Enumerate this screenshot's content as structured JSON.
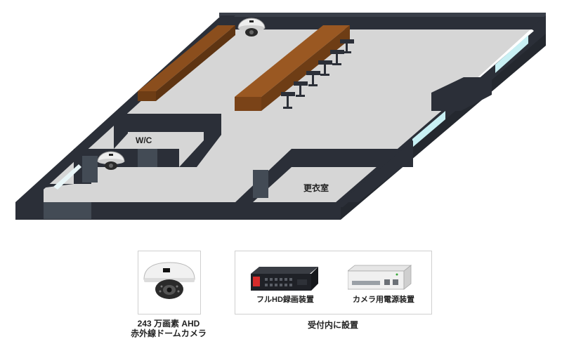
{
  "floorplan": {
    "rooms": {
      "wc": "W/C",
      "changing_room": "更衣室"
    }
  },
  "legend": {
    "camera": {
      "caption_line1": "243 万画素 AHD",
      "caption_line2": "赤外線ドームカメラ"
    },
    "reception": {
      "recorder_label": "フルHD録画装置",
      "power_label": "カメラ用電源装置",
      "caption": "受付内に設置"
    }
  },
  "colors": {
    "floor": "#d6d6d6",
    "wall_dark": "#2b2f38",
    "wall_top": "#3a3f49",
    "wood": "#8b4e1d",
    "window": "#c8f0f4"
  }
}
